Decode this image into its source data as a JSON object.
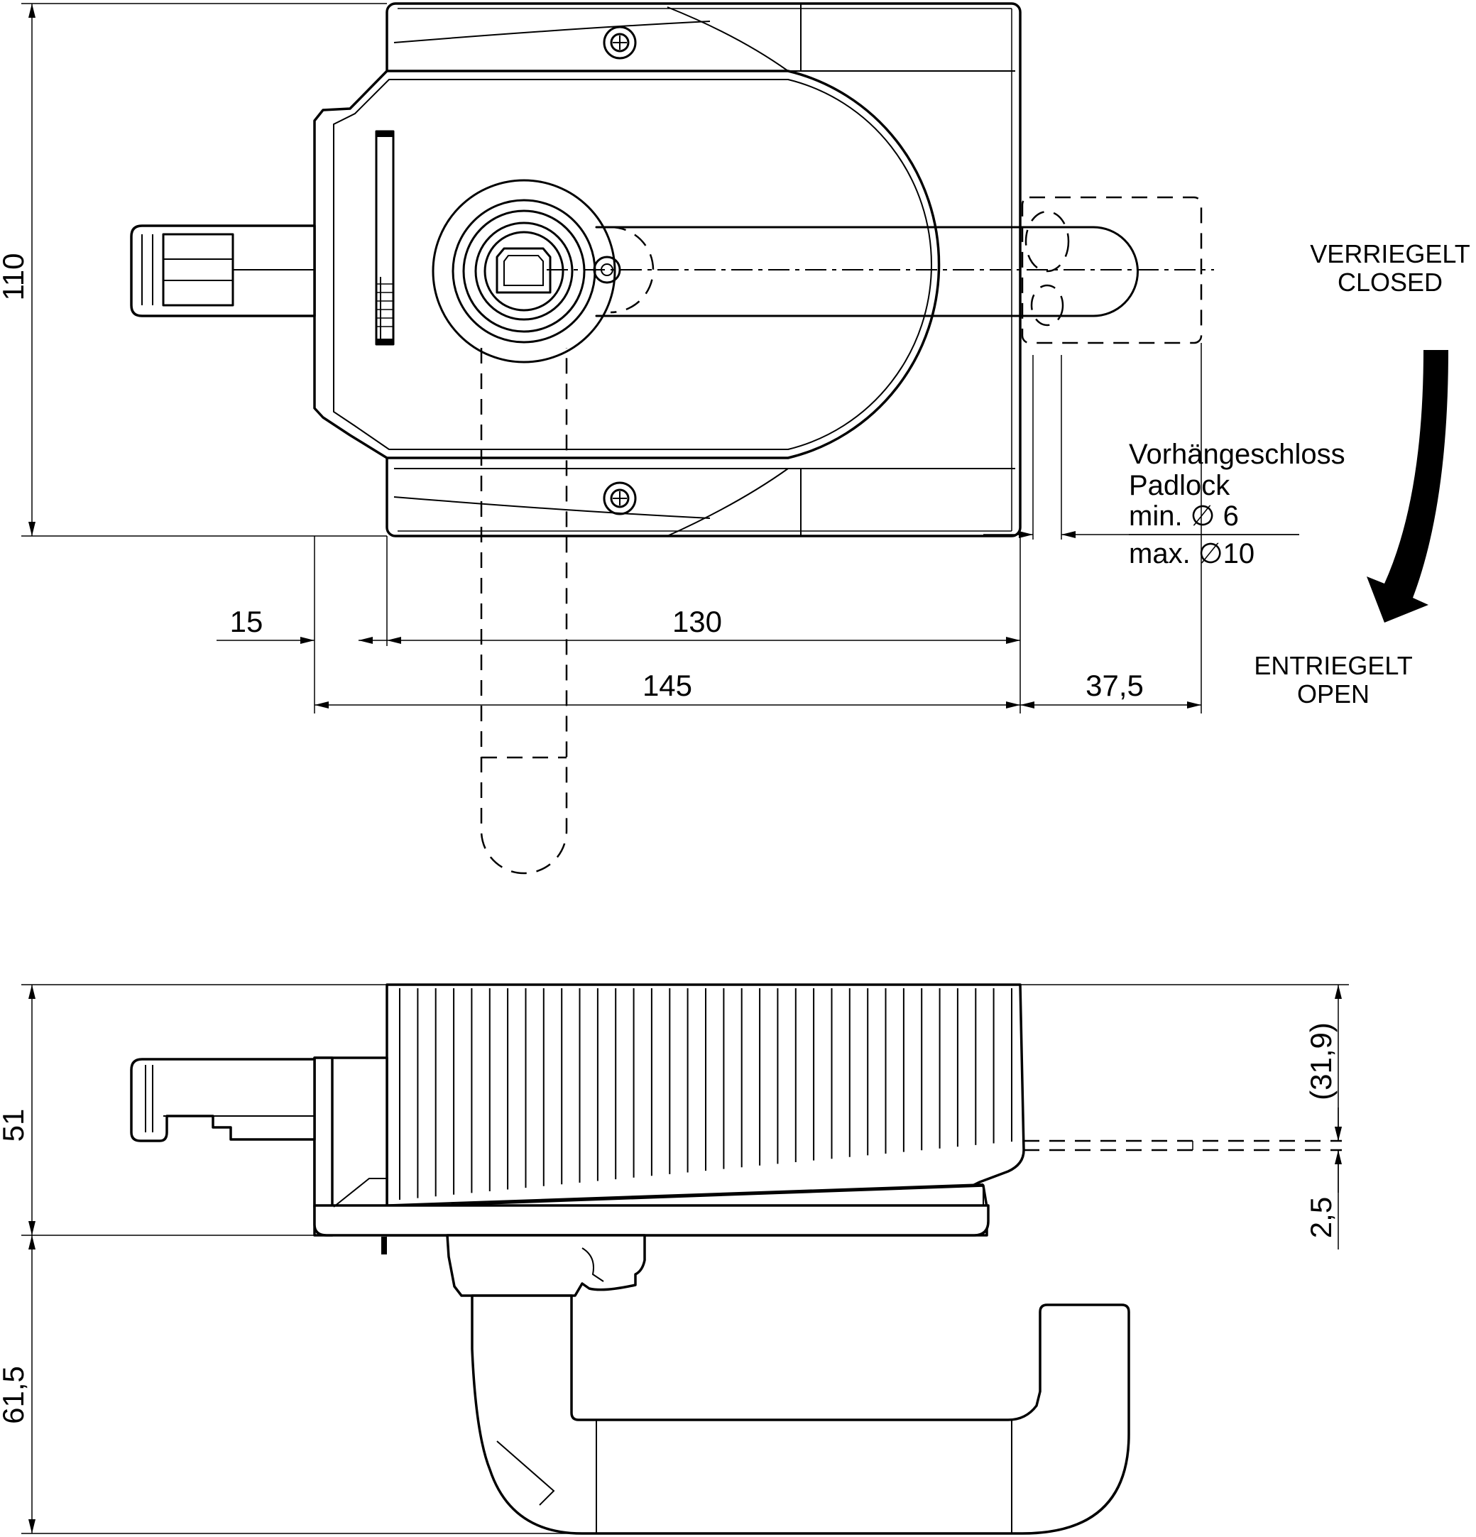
{
  "dimensions": {
    "height_top": "110",
    "d15": "15",
    "d130": "130",
    "d145": "145",
    "d37_5": "37,5",
    "height_side": "51",
    "d31_9": "(31,9)",
    "d2_5": "2,5",
    "d61_5": "61,5"
  },
  "labels": {
    "closed_de": "VERRIEGELT",
    "closed_en": "CLOSED",
    "open_de": "ENTRIEGELT",
    "open_en": "OPEN"
  },
  "padlock_note": {
    "line1": "Vorhängeschloss",
    "line2": "Padlock",
    "line3": "min.  ∅ 6",
    "line4": "max.  ∅10"
  }
}
